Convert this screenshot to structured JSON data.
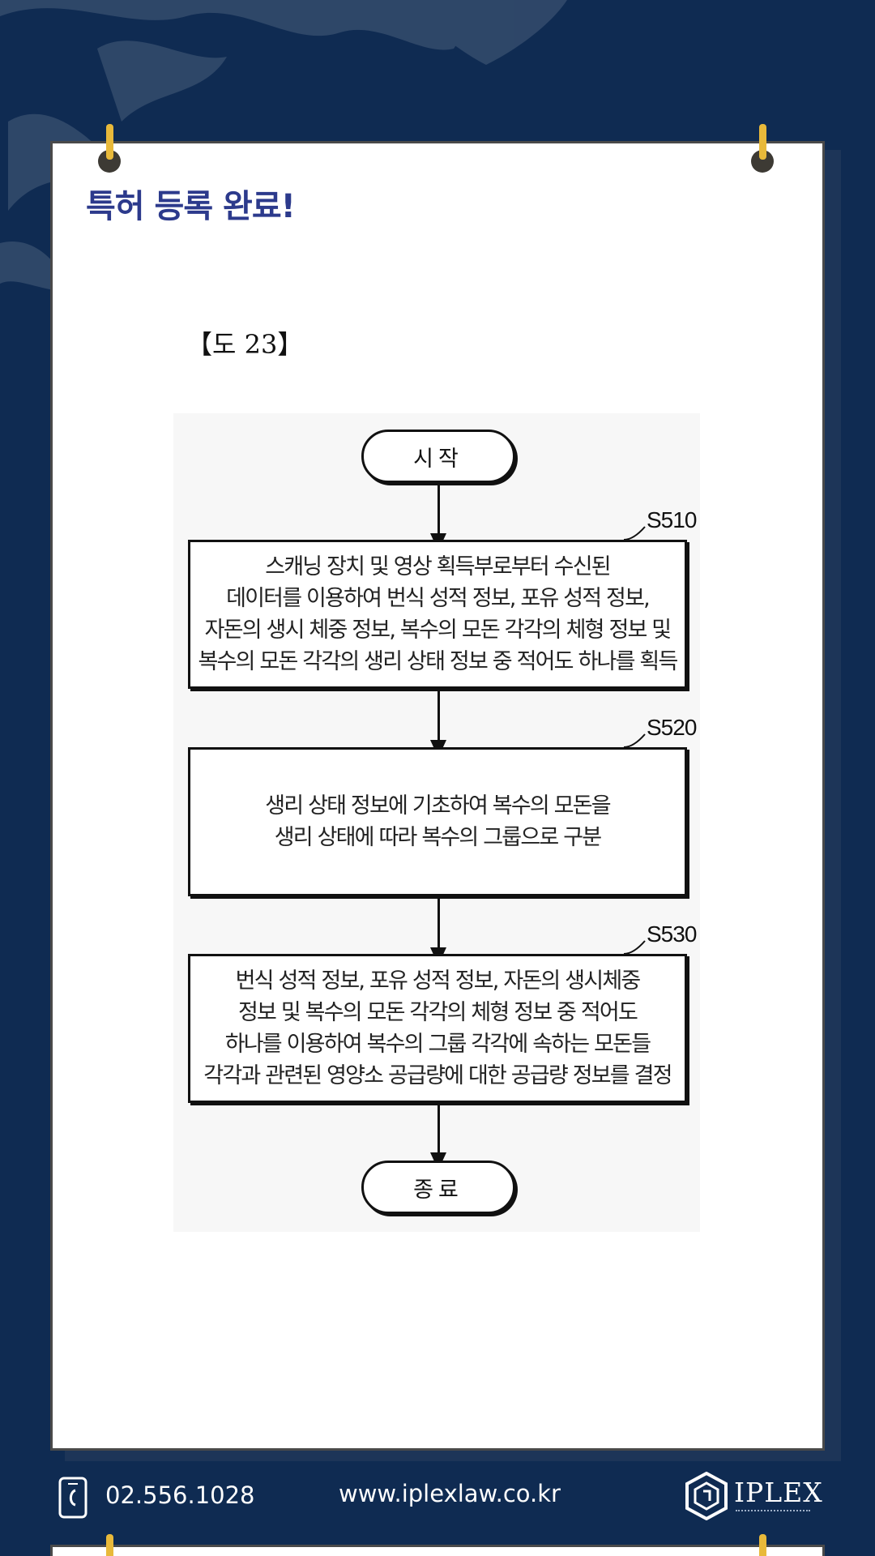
{
  "headline": "특허 등록 완료!",
  "figure_label": "【도 23】",
  "flowchart": {
    "start": "시작",
    "end": "종료",
    "steps": [
      {
        "id": "S510",
        "lines": [
          "스캐닝 장치 및 영상 획득부로부터 수신된",
          "데이터를 이용하여 번식 성적 정보, 포유 성적 정보,",
          "자돈의 생시 체중 정보, 복수의 모돈 각각의 체형 정보 및",
          "복수의 모돈 각각의 생리 상태 정보 중 적어도 하나를 획득"
        ]
      },
      {
        "id": "S520",
        "lines": [
          "생리 상태 정보에 기초하여 복수의 모돈을",
          "생리 상태에 따라 복수의 그룹으로 구분"
        ]
      },
      {
        "id": "S530",
        "lines": [
          "번식 성적 정보, 포유 성적 정보, 자돈의 생시체중",
          "정보 및 복수의 모돈 각각의 체형 정보 중 적어도",
          "하나를 이용하여 복수의 그룹 각각에 속하는 모돈들",
          "각각과 관련된 영양소 공급량에 대한 공급량 정보를 결정"
        ]
      }
    ]
  },
  "footer": {
    "phone": "02.556.1028",
    "website": "www.iplexlaw.co.kr",
    "brand": "IPLEX",
    "phone_icon": "phone-icon",
    "logo_icon": "iplex-logo-icon"
  },
  "colors": {
    "background": "#0f2b52",
    "headline": "#2c3a8c",
    "pin": "#e8b93a"
  }
}
